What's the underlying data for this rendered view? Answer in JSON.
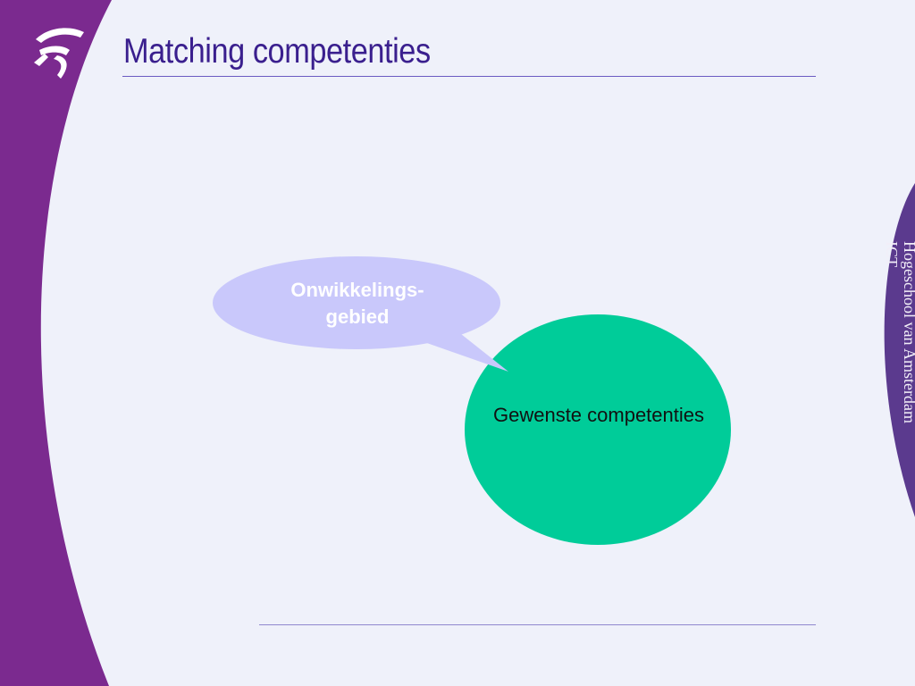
{
  "slide": {
    "title": "Matching competenties"
  },
  "branding": {
    "institution": "Hogeschool van Amsterdam",
    "department": "ICT",
    "logo_icon": "hva-logo-icon"
  },
  "diagram": {
    "callout_text": "Onwikkelings-\ngebied",
    "circle_text": "Gewenste competenties"
  },
  "colors": {
    "background": "#eff1fa",
    "purple_band": "#7b2a8f",
    "title": "#3a1f8e",
    "callout_fill": "#c9c8fb",
    "circle_fill": "#00cc99"
  }
}
